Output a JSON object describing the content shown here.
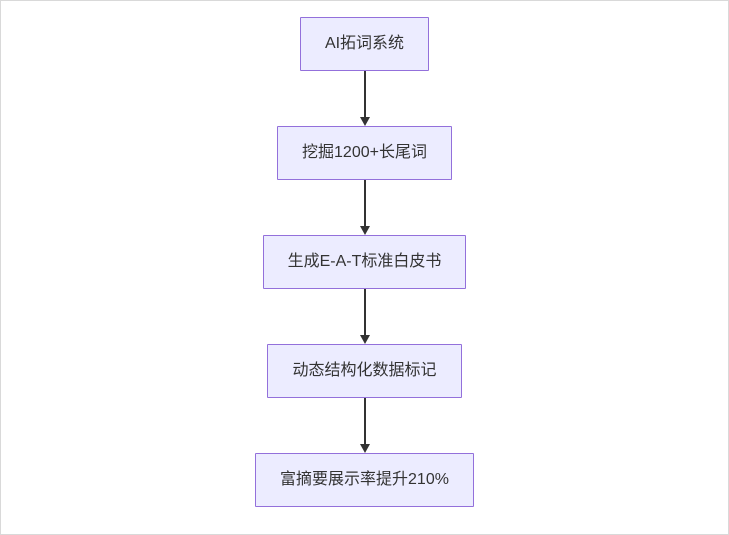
{
  "flowchart": {
    "direction": "top-down",
    "nodes": [
      {
        "id": "n1",
        "label": "AI拓词系统"
      },
      {
        "id": "n2",
        "label": "挖掘1200+长尾词"
      },
      {
        "id": "n3",
        "label": "生成E-A-T标准白皮书"
      },
      {
        "id": "n4",
        "label": "动态结构化数据标记"
      },
      {
        "id": "n5",
        "label": "富摘要展示率提升210%"
      }
    ],
    "edges": [
      {
        "from": "n1",
        "to": "n2"
      },
      {
        "from": "n2",
        "to": "n3"
      },
      {
        "from": "n3",
        "to": "n4"
      },
      {
        "from": "n4",
        "to": "n5"
      }
    ],
    "colors": {
      "node_fill": "#ECECFF",
      "node_border": "#9370DB",
      "arrow": "#333333",
      "text": "#333333",
      "canvas_border": "#d9d9d9"
    }
  }
}
